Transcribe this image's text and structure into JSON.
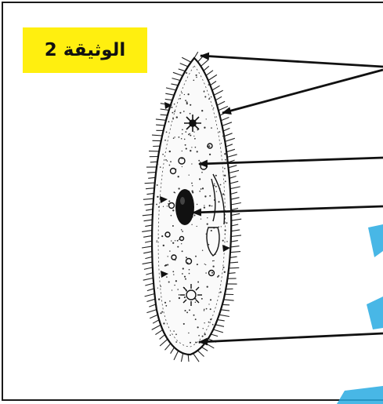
{
  "document_label": "الوثيقة 2",
  "colors": {
    "label_background": "#ffef0f",
    "line": "#111111",
    "watermark": "#29abe2"
  },
  "arrows": [
    {
      "target": "trichocysts-tip"
    },
    {
      "target": "cilia"
    },
    {
      "target": "food-vacuole"
    },
    {
      "target": "nucleus"
    },
    {
      "target": "membrane"
    }
  ]
}
